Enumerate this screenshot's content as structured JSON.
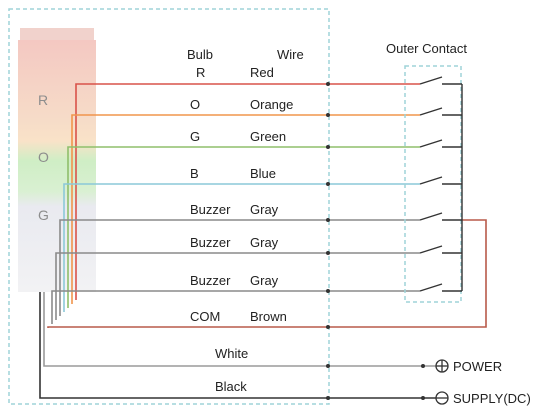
{
  "headers": {
    "bulb": "Bulb",
    "wire": "Wire",
    "outer_contact": "Outer Contact"
  },
  "tower": {
    "labels": [
      "R",
      "O",
      "G"
    ]
  },
  "rows": [
    {
      "bulb": "R",
      "wire": "Red",
      "color": "#d9534a"
    },
    {
      "bulb": "O",
      "wire": "Orange",
      "color": "#f0954c"
    },
    {
      "bulb": "G",
      "wire": "Green",
      "color": "#8fbf6b"
    },
    {
      "bulb": "B",
      "wire": "Blue",
      "color": "#8cc8d8"
    },
    {
      "bulb": "Buzzer",
      "wire": "Gray",
      "color": "#8a8a8a"
    },
    {
      "bulb": "Buzzer",
      "wire": "Gray",
      "color": "#8a8a8a"
    },
    {
      "bulb": "Buzzer",
      "wire": "Gray",
      "color": "#8a8a8a"
    },
    {
      "bulb": "COM",
      "wire": "Brown",
      "color": "#b85a4a"
    },
    {
      "bulb": "",
      "wire": "White",
      "color": "#9a9a9a"
    },
    {
      "bulb": "",
      "wire": "Black",
      "color": "#333333"
    }
  ],
  "supply": {
    "power": "POWER",
    "supply": "SUPPLY(DC)"
  },
  "colors": {
    "dashed_border": "#9fd4d8",
    "contact_box": "#9fd4d8",
    "common_wire": "#333333"
  }
}
